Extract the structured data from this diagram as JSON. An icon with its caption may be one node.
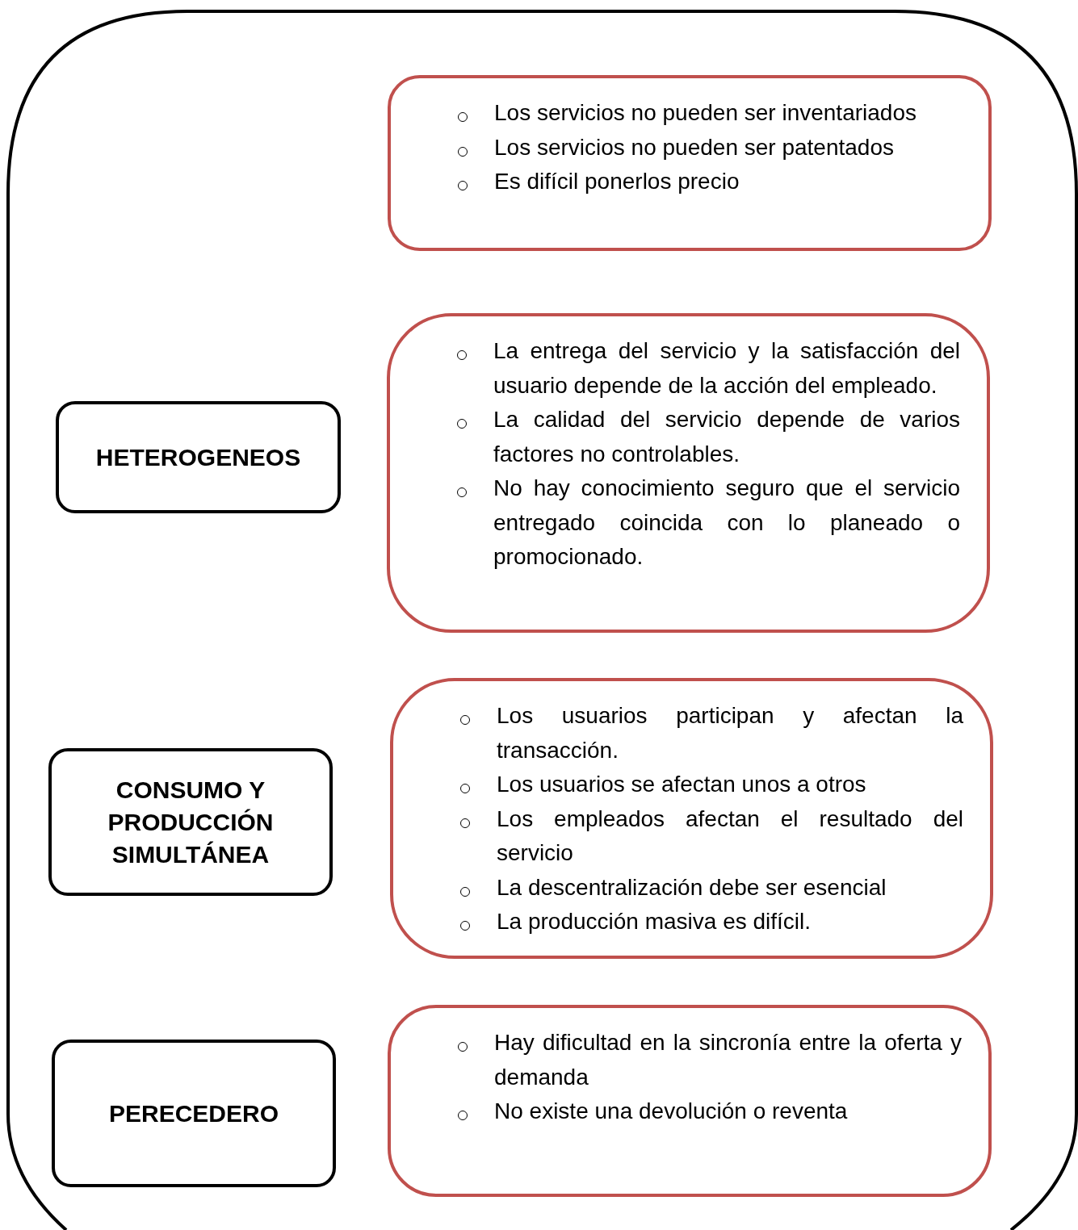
{
  "diagram": {
    "nodes": [
      {
        "text": [
          "Los servicios no pueden ser inventariados",
          "Los servicios no pueden ser patentados",
          "Es difícil ponerlos precio"
        ]
      },
      {
        "text": [
          "HETEROGENEOS"
        ]
      },
      {
        "text": [
          "La entrega del servicio y la satisfacción del usuario depende de la acción del empleado.",
          "La calidad del servicio depende de varios factores no controlables.",
          "No hay conocimiento seguro que el servicio entregado coincida con lo planeado o promocionado."
        ]
      },
      {
        "text": [
          "CONSUMO Y PRODUCCIÓN SIMULTÁNEA"
        ]
      },
      {
        "text": [
          "Los usuarios participan y afectan la transacción.",
          "Los usuarios se afectan unos a otros",
          "Los empleados afectan el resultado del servicio",
          "La descentralización debe ser esencial",
          "La producción masiva es difícil."
        ]
      },
      {
        "text": [
          "PERECEDERO"
        ]
      },
      {
        "text": [
          "Hay dificultad en la sincronía entre la oferta y demanda",
          "No existe una devolución o reventa"
        ]
      }
    ],
    "edges": []
  }
}
